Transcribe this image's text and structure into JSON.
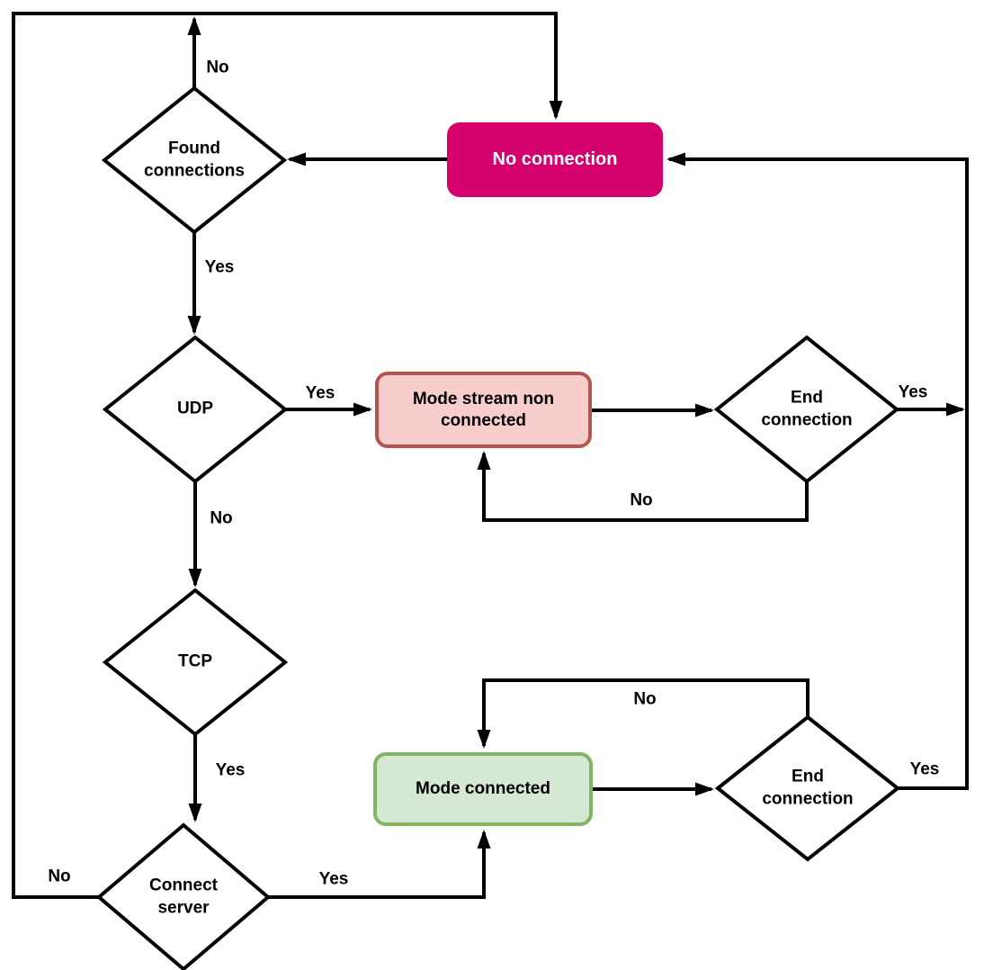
{
  "colors": {
    "line": "#000000",
    "magenta_fill": "#d4006e",
    "red_fill": "#f8cecc",
    "red_stroke": "#b85450",
    "green_fill": "#d5e8d4",
    "green_stroke": "#82b366"
  },
  "nodes": {
    "no_connection": {
      "label": "No connection"
    },
    "found_connections": {
      "label": "Found connections"
    },
    "udp": {
      "label": "UDP"
    },
    "mode_stream_non_connected": {
      "label": "Mode stream non connected"
    },
    "end_connection_top": {
      "label": "End connection"
    },
    "tcp": {
      "label": "TCP"
    },
    "mode_connected": {
      "label": "Mode connected"
    },
    "end_connection_bottom": {
      "label": "End connection"
    },
    "connect_server": {
      "label": "Connect server"
    }
  },
  "edge_labels": {
    "found_no": "No",
    "found_yes": "Yes",
    "udp_yes": "Yes",
    "udp_no": "No",
    "end_top_yes": "Yes",
    "end_top_no": "No",
    "tcp_yes": "Yes",
    "connect_no": "No",
    "connect_yes": "Yes",
    "end_bottom_no": "No",
    "end_bottom_yes": "Yes"
  }
}
